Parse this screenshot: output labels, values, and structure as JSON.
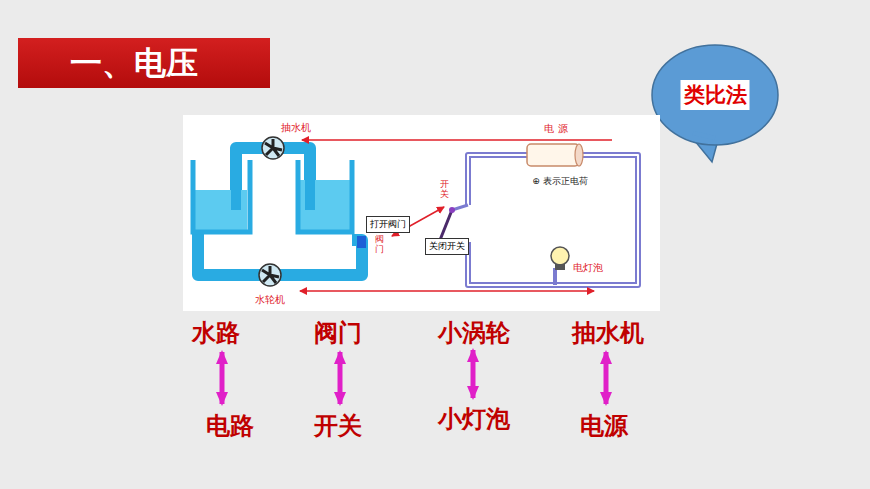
{
  "diagram": {
    "title": "一、电压",
    "nodes": [
      {
        "text": [
          "类比法"
        ]
      },
      {
        "text": [
          "打开阀门"
        ]
      },
      {
        "text": [
          "关闭开关"
        ]
      }
    ],
    "labels": [
      "抽水机",
      "电 源",
      "⊕ 表示正电荷",
      "开关",
      "阀门",
      "电灯泡",
      "水轮机",
      "水路",
      "阀门",
      "小涡轮",
      "抽水机",
      "电路",
      "开关",
      "小灯泡",
      "电源"
    ]
  }
}
